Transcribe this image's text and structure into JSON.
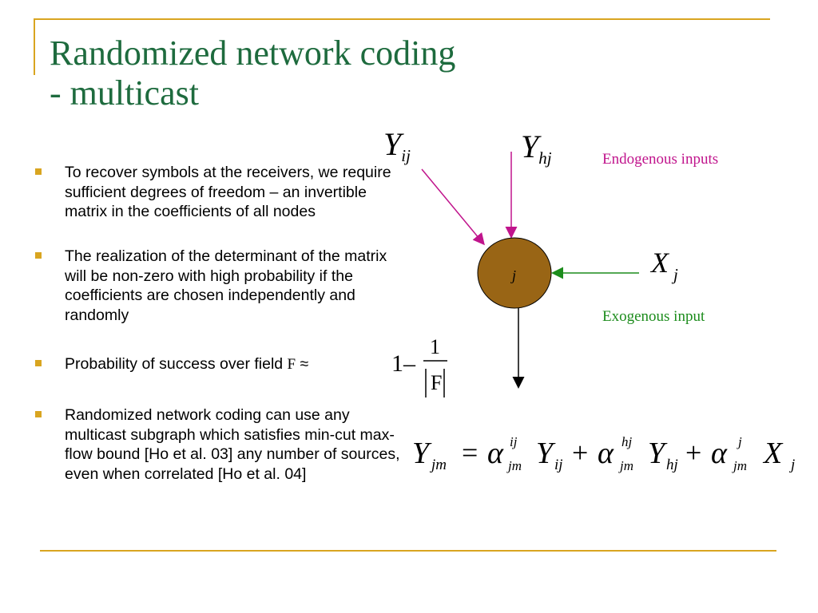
{
  "slide": {
    "title_line1": "Randomized network coding",
    "title_line2": "- multicast"
  },
  "bullets": [
    {
      "text": "To recover symbols at the receivers, we require sufficient degrees of freedom – an invertible matrix in the coefficients of all nodes"
    },
    {
      "text": "The realization of the determinant of the matrix will be non-zero with high probability if the coefficients are chosen independently and randomly"
    },
    {
      "text": "Probability of success over field ",
      "field_symbol": "F",
      "approx": "≈",
      "one": "1",
      "minus": "–",
      "frac_num": "1",
      "frac_den": "F"
    },
    {
      "text": "Randomized network coding can use any multicast subgraph which satisfies min-cut max-flow bound [Ho et al. 03] any number of sources, even when correlated [Ho et al. 04]"
    }
  ],
  "diagram": {
    "node_label": "j",
    "endogenous_label": "Endogenous inputs",
    "exogenous_label": "Exogenous input",
    "y_ij": {
      "base": "Y",
      "sub": "ij"
    },
    "y_hj": {
      "base": "Y",
      "sub": "hj"
    },
    "x_j": {
      "base": "X",
      "sub": "j"
    },
    "colors": {
      "endogenous": "#C0148C",
      "exogenous": "#1C8C1C",
      "node_fill": "#996515",
      "accent": "#D9A520",
      "title": "#1E6B3E"
    }
  },
  "equation": {
    "lhs_base": "Y",
    "lhs_sub": "jm",
    "eq": "=",
    "alpha": "α",
    "plus": "+",
    "terms": [
      {
        "sup": "ij",
        "sub": "jm",
        "var": "Y",
        "var_sub": "ij"
      },
      {
        "sup": "hj",
        "sub": "jm",
        "var": "Y",
        "var_sub": "hj"
      },
      {
        "sup": "j",
        "sub": "jm",
        "var": "X",
        "var_sub": "j"
      }
    ]
  }
}
